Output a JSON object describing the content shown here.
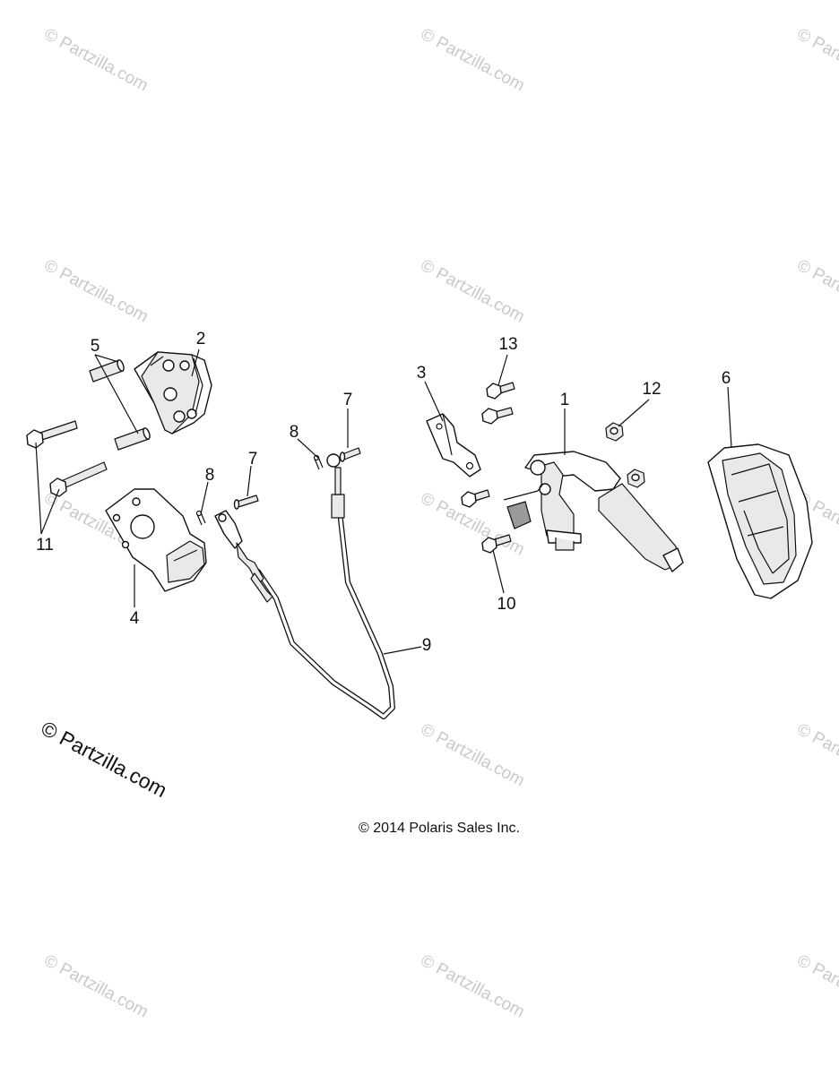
{
  "watermark": {
    "text": "© Partzilla.com",
    "corner_text": "© Partzilla.com",
    "color": "#c9c9c9"
  },
  "callouts": [
    "1",
    "2",
    "3",
    "4",
    "5",
    "6",
    "7",
    "7",
    "8",
    "8",
    "9",
    "10",
    "11",
    "12",
    "13"
  ],
  "copyright": "© 2014 Polaris Sales Inc.",
  "colors": {
    "line": "#111111",
    "background": "#ffffff"
  }
}
